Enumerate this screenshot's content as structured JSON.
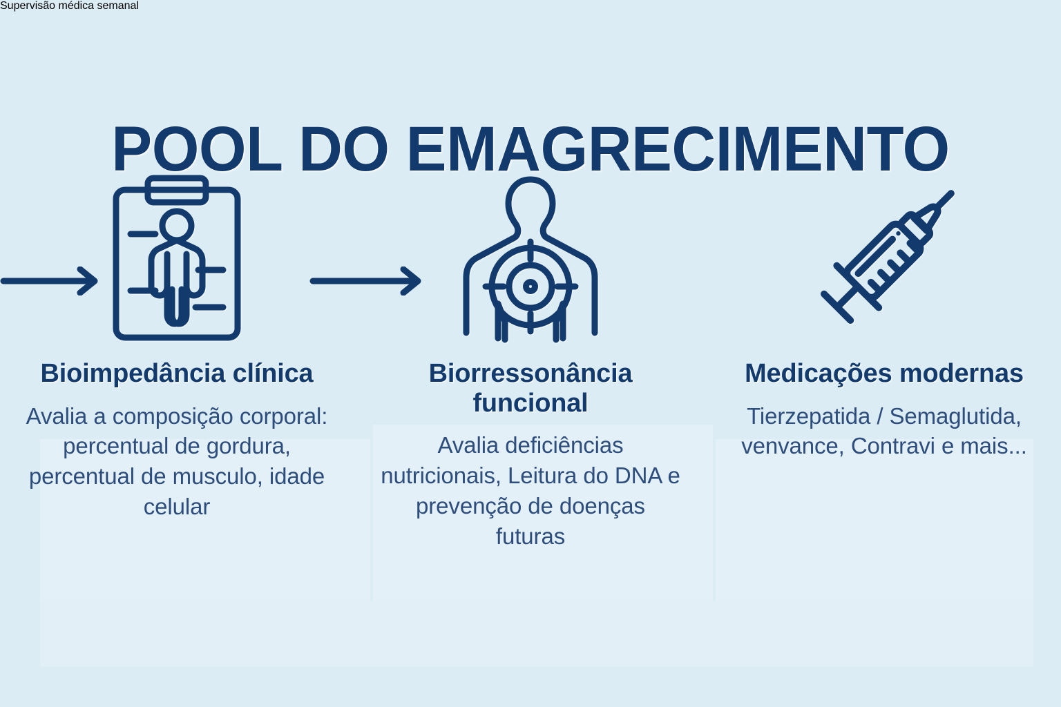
{
  "poster": {
    "title": "POOL DO EMAGRECIMENTO",
    "footer": "Supervisão médica semanal",
    "background_color": "#dcecf4",
    "panel_color": "#e4f0f7",
    "accent_navy": "#123a6d",
    "body_navy": "#2d4d7d"
  },
  "arrows": [
    {
      "name": "arrow-step-1-to-2",
      "direction": "right"
    },
    {
      "name": "arrow-step-2-to-3",
      "direction": "right"
    }
  ],
  "columns": [
    {
      "icon": "clipboard-body-composition-icon",
      "heading": "Bioimpedância clínica",
      "body": "Avalia a composição corporal: percentual de gordura, percentual de musculo, idade celular"
    },
    {
      "icon": "torso-target-scan-icon",
      "heading": "Biorressonância funcional",
      "body": "Avalia deficiências nutricionais, Leitura do DNA e prevenção de doenças futuras"
    },
    {
      "icon": "syringe-icon",
      "heading": "Medicações modernas",
      "body": "Tierzepatida / Semaglutida, venvance, Contravi e mais..."
    }
  ]
}
